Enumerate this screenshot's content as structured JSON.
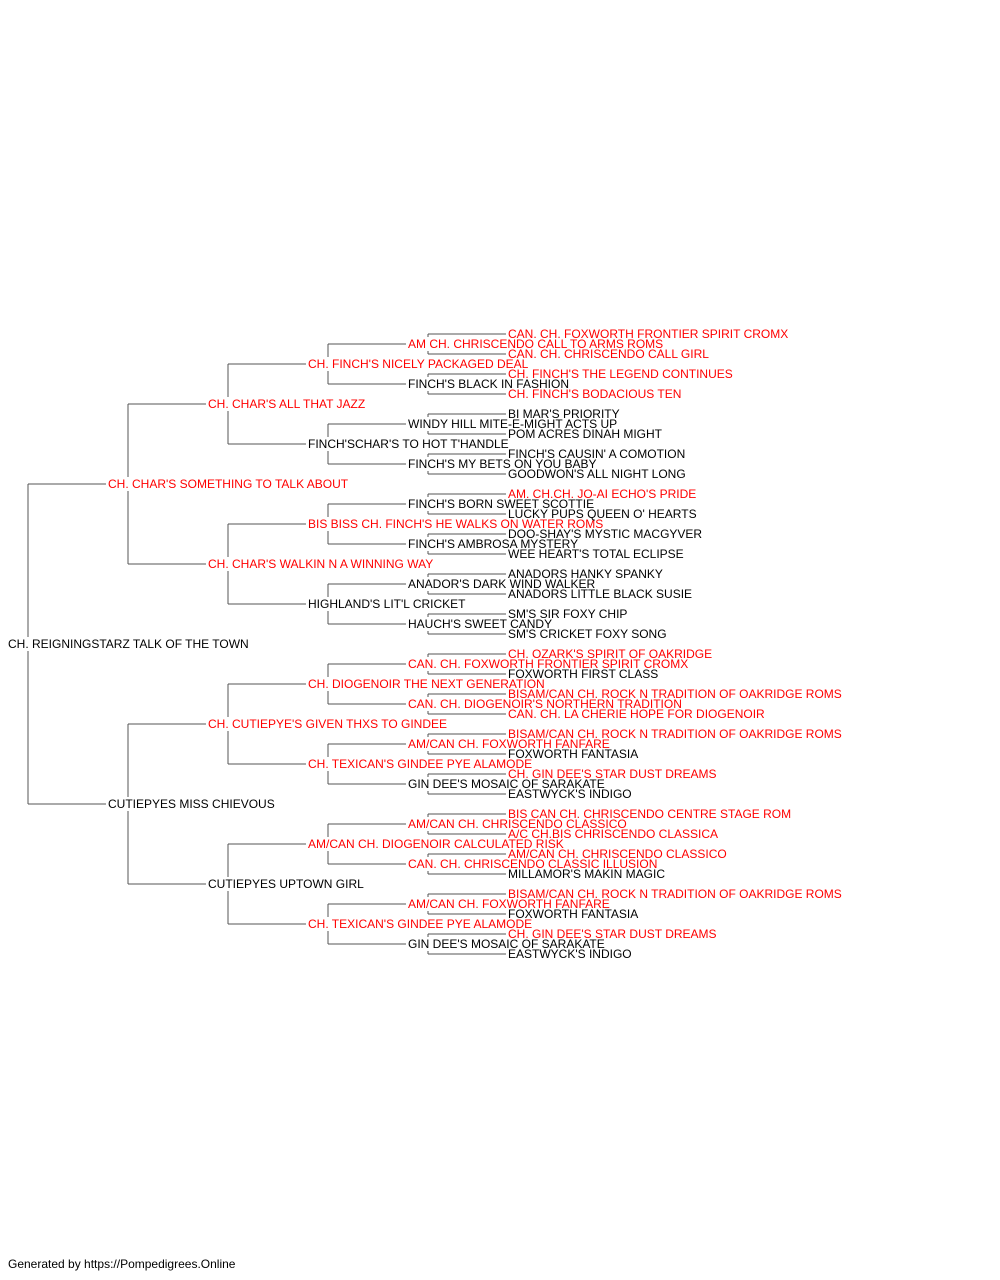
{
  "colors": {
    "champion": "#ff0000",
    "plain": "#000000",
    "line": "#555555"
  },
  "footer": "Generated by https://Pompedigrees.Online",
  "pedigree": {
    "name": "CH. REIGNINGSTARZ TALK OF THE TOWN",
    "titled": false,
    "sire": {
      "name": "CH. CHAR'S SOMETHING TO TALK ABOUT",
      "titled": true,
      "sire": {
        "name": "CH. CHAR'S ALL THAT JAZZ",
        "titled": true,
        "sire": {
          "name": "CH. FINCH'S NICELY PACKAGED DEAL",
          "titled": true,
          "sire": {
            "name": "AM CH. CHRISCENDO CALL TO ARMS ROMS",
            "titled": true,
            "sire": {
              "name": "CAN. CH. FOXWORTH FRONTIER SPIRIT CROMX",
              "titled": true
            },
            "dam": {
              "name": "CAN. CH. CHRISCENDO CALL GIRL",
              "titled": true
            }
          },
          "dam": {
            "name": "FINCH'S BLACK IN FASHION",
            "titled": false,
            "sire": {
              "name": "CH. FINCH'S THE LEGEND CONTINUES",
              "titled": true
            },
            "dam": {
              "name": "CH. FINCH'S BODACIOUS TEN",
              "titled": true
            }
          }
        },
        "dam": {
          "name": "FINCH'SCHAR'S TO HOT T'HANDLE",
          "titled": false,
          "sire": {
            "name": "WINDY HILL MITE-E-MIGHT ACTS UP",
            "titled": false,
            "sire": {
              "name": "BI MAR'S PRIORITY",
              "titled": false
            },
            "dam": {
              "name": "POM ACRES DINAH MIGHT",
              "titled": false
            }
          },
          "dam": {
            "name": "FINCH'S MY BETS ON YOU BABY",
            "titled": false,
            "sire": {
              "name": "FINCH'S CAUSIN' A COMOTION",
              "titled": false
            },
            "dam": {
              "name": "GOODWON'S ALL NIGHT LONG",
              "titled": false
            }
          }
        }
      },
      "dam": {
        "name": "CH. CHAR'S WALKIN N A WINNING WAY",
        "titled": true,
        "sire": {
          "name": "BIS BISS CH. FINCH'S HE WALKS ON WATER ROMS",
          "titled": true,
          "sire": {
            "name": "FINCH'S BORN SWEET SCOTTIE",
            "titled": false,
            "sire": {
              "name": "AM. CH.CH. JO-AI ECHO'S PRIDE",
              "titled": true
            },
            "dam": {
              "name": "LUCKY PUPS QUEEN O' HEARTS",
              "titled": false
            }
          },
          "dam": {
            "name": "FINCH'S AMBROSA MYSTERY",
            "titled": false,
            "sire": {
              "name": "DOO-SHAY'S MYSTIC MACGYVER",
              "titled": false
            },
            "dam": {
              "name": "WEE HEART'S TOTAL ECLIPSE",
              "titled": false
            }
          }
        },
        "dam": {
          "name": "HIGHLAND'S LIT'L CRICKET",
          "titled": false,
          "sire": {
            "name": "ANADOR'S DARK WIND WALKER",
            "titled": false,
            "sire": {
              "name": "ANADORS HANKY SPANKY",
              "titled": false
            },
            "dam": {
              "name": "ANADORS LITTLE BLACK SUSIE",
              "titled": false
            }
          },
          "dam": {
            "name": "HAUCH'S SWEET CANDY",
            "titled": false,
            "sire": {
              "name": "SM'S SIR FOXY CHIP",
              "titled": false
            },
            "dam": {
              "name": "SM'S CRICKET FOXY SONG",
              "titled": false
            }
          }
        }
      }
    },
    "dam": {
      "name": "CUTIEPYES MISS CHIEVOUS",
      "titled": false,
      "sire": {
        "name": "CH. CUTIEPYE'S GIVEN THXS TO GINDEE",
        "titled": true,
        "sire": {
          "name": "CH. DIOGENOIR THE NEXT GENERATION",
          "titled": true,
          "sire": {
            "name": "CAN. CH. FOXWORTH FRONTIER SPIRIT CROMX",
            "titled": true,
            "sire": {
              "name": "CH. OZARK'S SPIRIT OF OAKRIDGE",
              "titled": true
            },
            "dam": {
              "name": "FOXWORTH FIRST CLASS",
              "titled": false
            }
          },
          "dam": {
            "name": "CAN. CH. DIOGENOIR'S NORTHERN TRADITION",
            "titled": true,
            "sire": {
              "name": "BISAM/CAN CH. ROCK N TRADITION OF OAKRIDGE ROMS",
              "titled": true
            },
            "dam": {
              "name": "CAN. CH. LA CHERIE HOPE FOR DIOGENOIR",
              "titled": true
            }
          }
        },
        "dam": {
          "name": "CH. TEXICAN'S GINDEE PYE ALAMODE",
          "titled": true,
          "sire": {
            "name": "AM/CAN CH. FOXWORTH FANFARE",
            "titled": true,
            "sire": {
              "name": "BISAM/CAN CH. ROCK N TRADITION OF OAKRIDGE ROMS",
              "titled": true
            },
            "dam": {
              "name": "FOXWORTH FANTASIA",
              "titled": false
            }
          },
          "dam": {
            "name": "GIN DEE'S MOSAIC OF SARAKATE",
            "titled": false,
            "sire": {
              "name": "CH. GIN DEE'S STAR DUST DREAMS",
              "titled": true
            },
            "dam": {
              "name": "EASTWYCK'S INDIGO",
              "titled": false
            }
          }
        }
      },
      "dam": {
        "name": "CUTIEPYES UPTOWN GIRL",
        "titled": false,
        "sire": {
          "name": "AM/CAN CH. DIOGENOIR CALCULATED RISK",
          "titled": true,
          "sire": {
            "name": "AM/CAN CH. CHRISCENDO CLASSICO",
            "titled": true,
            "sire": {
              "name": "BIS CAN CH. CHRISCENDO CENTRE STAGE ROM",
              "titled": true
            },
            "dam": {
              "name": "A/C CH.BIS CHRISCENDO CLASSICA",
              "titled": true
            }
          },
          "dam": {
            "name": "CAN. CH. CHRISCENDO CLASSIC ILLUSION",
            "titled": true,
            "sire": {
              "name": "AM/CAN CH. CHRISCENDO CLASSICO",
              "titled": true
            },
            "dam": {
              "name": "MILLAMOR'S MAKIN MAGIC",
              "titled": false
            }
          }
        },
        "dam": {
          "name": "CH. TEXICAN'S GINDEE PYE ALAMODE",
          "titled": true,
          "sire": {
            "name": "AM/CAN CH. FOXWORTH FANFARE",
            "titled": true,
            "sire": {
              "name": "BISAM/CAN CH. ROCK N TRADITION OF OAKRIDGE ROMS",
              "titled": true
            },
            "dam": {
              "name": "FOXWORTH FANTASIA",
              "titled": false
            }
          },
          "dam": {
            "name": "GIN DEE'S MOSAIC OF SARAKATE",
            "titled": false,
            "sire": {
              "name": "CH. GIN DEE'S STAR DUST DREAMS",
              "titled": true
            },
            "dam": {
              "name": "EASTWYCK'S INDIGO",
              "titled": false
            }
          }
        }
      }
    }
  }
}
